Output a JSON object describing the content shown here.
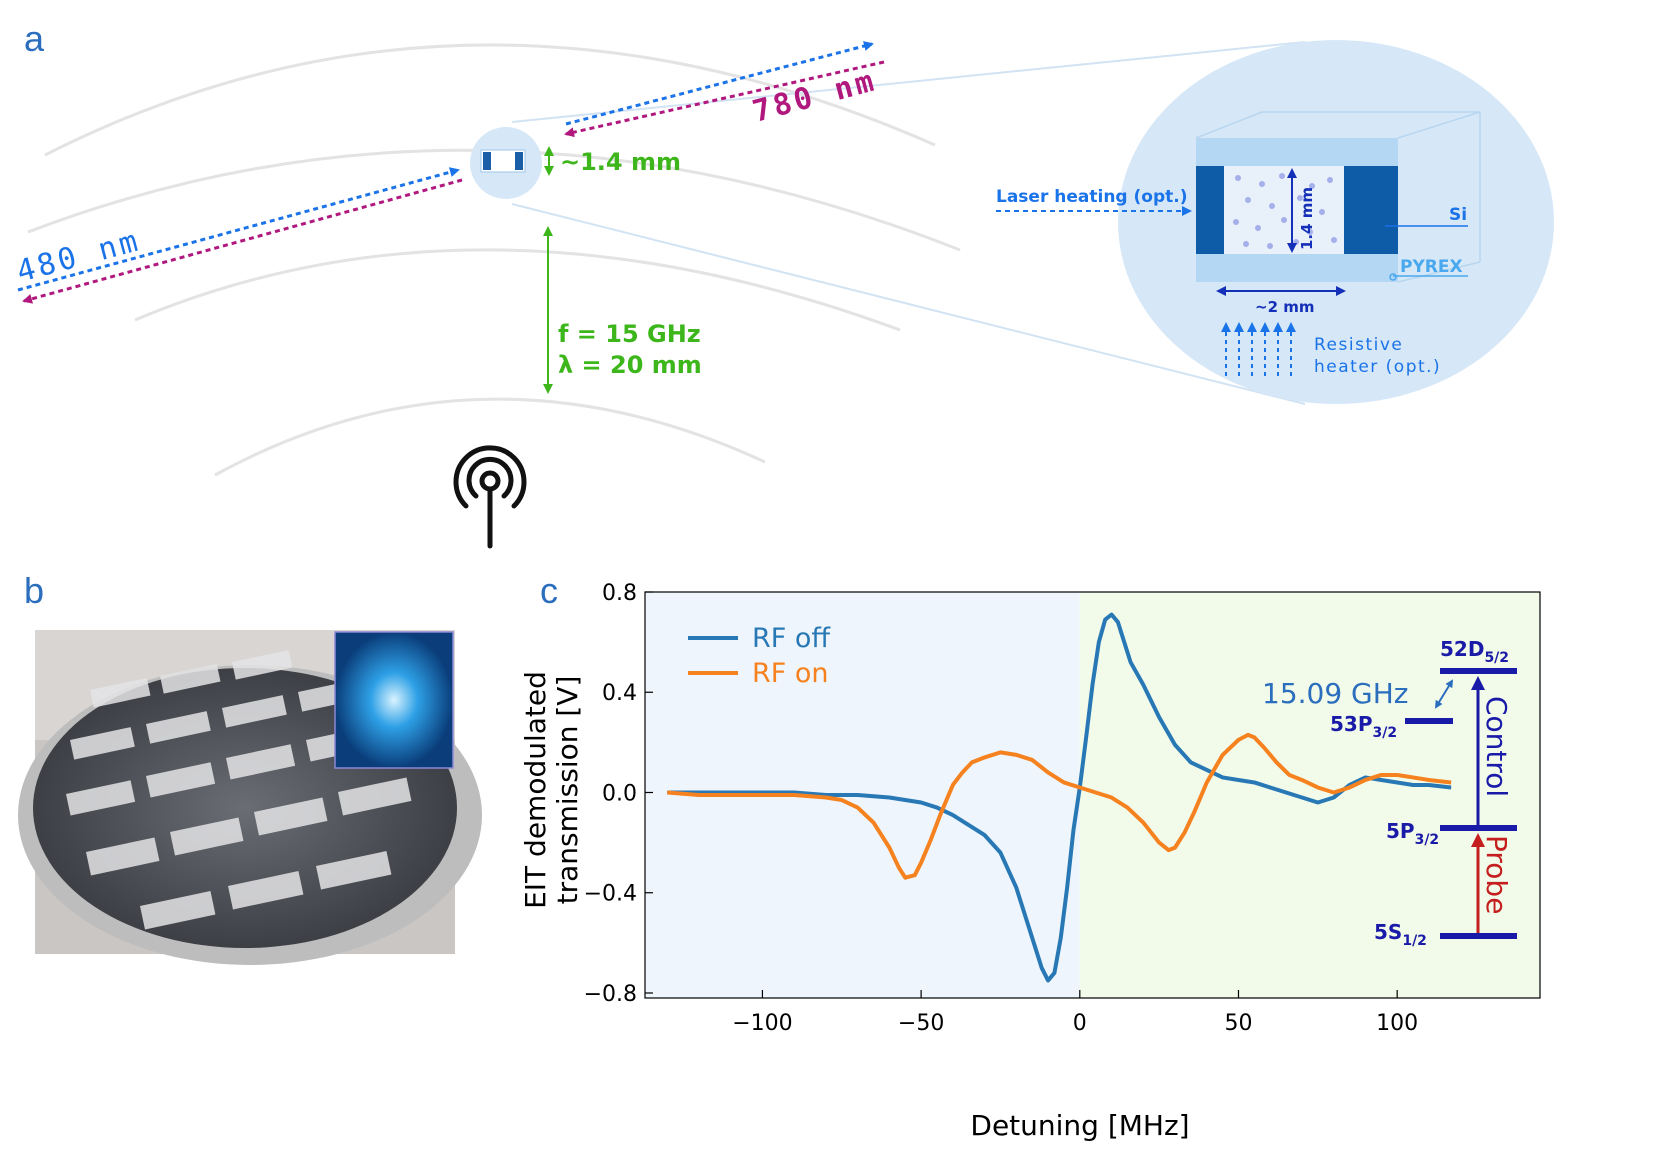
{
  "panels": {
    "a": "a",
    "b": "b",
    "c": "c"
  },
  "panel_a": {
    "beam_480": "480 nm",
    "beam_780": "780 nm",
    "cell_size": "~1.4 mm",
    "rf_freq": "f = 15 GHz",
    "rf_wavelength": "λ = 20 mm",
    "antenna_icon": "antenna-icon",
    "inset": {
      "laser_heating": "Laser heating (opt.)",
      "height": "1.4 mm",
      "si": "Si",
      "pyrex": "PYREX",
      "width": "~2 mm",
      "heater_line1": "Resistive",
      "heater_line2": "heater (opt.)"
    },
    "colors": {
      "blue": "#1a73e8",
      "magenta": "#b0187e",
      "green": "#3cb61a",
      "cell_fill": "#d6e8f7"
    }
  },
  "panel_b": {
    "photo": "wafer-photo"
  },
  "chart_data": {
    "type": "line",
    "xlabel": "Detuning [MHz]",
    "ylabel_line1": "EIT demodulated",
    "ylabel_line2": "transmission [V]",
    "xlim": [
      -137,
      145
    ],
    "ylim": [
      -0.82,
      0.8
    ],
    "xticks": [
      -100,
      -50,
      0,
      50,
      100
    ],
    "xtick_labels": [
      "−100",
      "−50",
      "0",
      "50",
      "100"
    ],
    "yticks": [
      -0.8,
      -0.4,
      0.0,
      0.4,
      0.8
    ],
    "ytick_labels": [
      "−0.8",
      "−0.4",
      "0.0",
      "0.4",
      "0.8"
    ],
    "background_regions": [
      {
        "from": -137,
        "to": 0,
        "color": "#eef5fc"
      },
      {
        "from": 0,
        "to": 145,
        "color": "#f2fbea"
      }
    ],
    "legend_position": "top-left",
    "series": [
      {
        "name": "RF off",
        "color": "#2878b5",
        "x": [
          -130,
          -120,
          -110,
          -100,
          -90,
          -80,
          -70,
          -60,
          -50,
          -45,
          -40,
          -35,
          -30,
          -25,
          -20,
          -17,
          -14,
          -12,
          -10,
          -8,
          -6,
          -4,
          -2,
          0,
          2,
          4,
          6,
          8,
          10,
          12,
          14,
          16,
          20,
          25,
          30,
          35,
          40,
          45,
          50,
          55,
          60,
          65,
          70,
          75,
          80,
          85,
          90,
          95,
          100,
          105,
          110,
          117
        ],
        "y": [
          0.0,
          0.0,
          0.0,
          0.0,
          0.0,
          -0.01,
          -0.01,
          -0.02,
          -0.04,
          -0.06,
          -0.09,
          -0.13,
          -0.17,
          -0.24,
          -0.38,
          -0.5,
          -0.62,
          -0.7,
          -0.75,
          -0.72,
          -0.58,
          -0.38,
          -0.15,
          0.02,
          0.22,
          0.43,
          0.6,
          0.69,
          0.71,
          0.68,
          0.6,
          0.52,
          0.43,
          0.3,
          0.19,
          0.12,
          0.09,
          0.06,
          0.05,
          0.04,
          0.02,
          0.0,
          -0.02,
          -0.04,
          -0.02,
          0.03,
          0.06,
          0.05,
          0.04,
          0.03,
          0.03,
          0.02
        ]
      },
      {
        "name": "RF on",
        "color": "#f5821f",
        "x": [
          -130,
          -120,
          -110,
          -100,
          -90,
          -80,
          -75,
          -70,
          -65,
          -60,
          -57,
          -55,
          -52,
          -50,
          -47,
          -44,
          -40,
          -37,
          -34,
          -30,
          -25,
          -20,
          -15,
          -10,
          -5,
          0,
          5,
          10,
          15,
          20,
          25,
          28,
          30,
          33,
          36,
          40,
          45,
          50,
          53,
          55,
          58,
          62,
          66,
          70,
          75,
          80,
          85,
          90,
          95,
          100,
          105,
          110,
          117
        ],
        "y": [
          0.0,
          -0.01,
          -0.01,
          -0.01,
          -0.01,
          -0.02,
          -0.03,
          -0.06,
          -0.12,
          -0.22,
          -0.3,
          -0.34,
          -0.33,
          -0.28,
          -0.19,
          -0.09,
          0.03,
          0.08,
          0.12,
          0.14,
          0.16,
          0.15,
          0.13,
          0.08,
          0.04,
          0.02,
          0.0,
          -0.02,
          -0.06,
          -0.12,
          -0.2,
          -0.23,
          -0.22,
          -0.16,
          -0.08,
          0.04,
          0.15,
          0.21,
          0.23,
          0.22,
          0.18,
          0.12,
          0.07,
          0.05,
          0.02,
          0.0,
          0.02,
          0.05,
          0.07,
          0.07,
          0.06,
          0.05,
          0.04
        ]
      }
    ],
    "level_diagram": {
      "levels": [
        "52D5/2",
        "53P3/2",
        "5P3/2",
        "5S1/2"
      ],
      "transition": "15.09 GHz",
      "control": "Control",
      "probe": "Probe"
    }
  }
}
